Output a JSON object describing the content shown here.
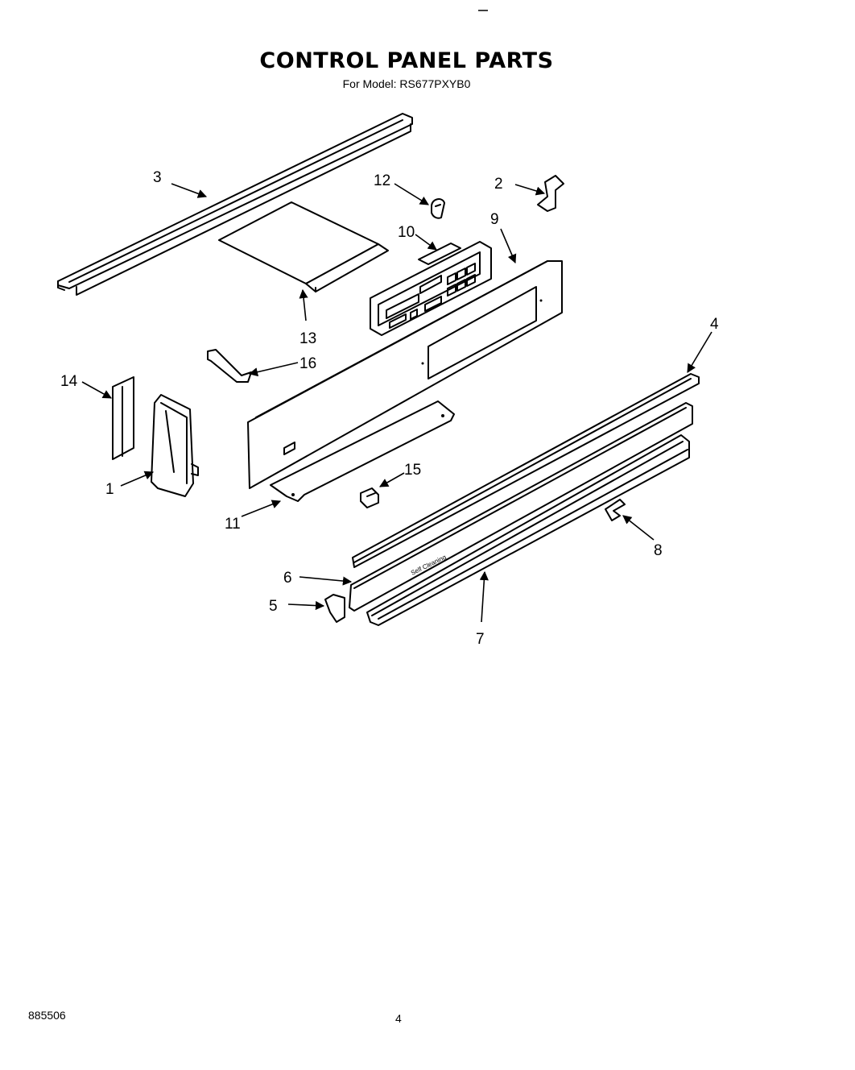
{
  "header": {
    "title": "CONTROL PANEL PARTS",
    "subtitle": "For Model: RS677PXYB0"
  },
  "footer": {
    "doc_number": "885506",
    "page_number": "4"
  },
  "panel_text": "Self Cleaning",
  "callouts": {
    "c1": "1",
    "c2": "2",
    "c3": "3",
    "c4": "4",
    "c5": "5",
    "c6": "6",
    "c7": "7",
    "c8": "8",
    "c9": "9",
    "c10": "10",
    "c11": "11",
    "c12": "12",
    "c13": "13",
    "c14": "14",
    "c15": "15",
    "c16": "16"
  }
}
